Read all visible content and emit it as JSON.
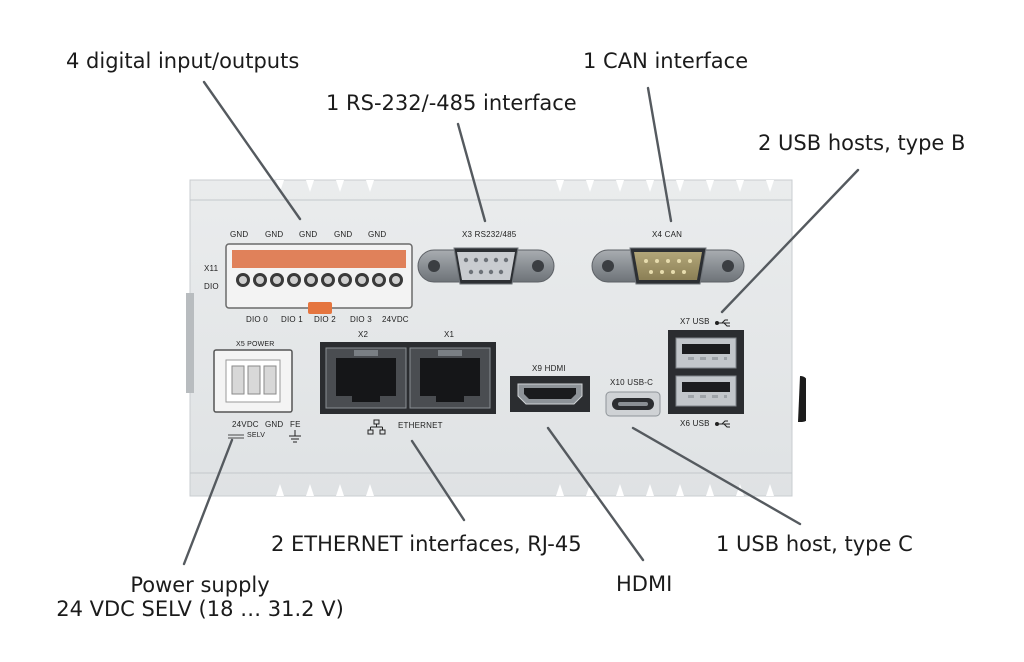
{
  "callouts": {
    "dio": "4 digital input/outputs",
    "rs": "1 RS-232/-485 interface",
    "can": "1 CAN interface",
    "usb_b": "2 USB hosts, type B",
    "ethernet": "2 ETHERNET interfaces, RJ-45",
    "usb_c": "1 USB host, type C",
    "hdmi": "HDMI",
    "power_line1": "Power supply",
    "power_line2": "24 VDC SELV (18 … 31.2 V)"
  },
  "device_labels": {
    "gnd": [
      "GND",
      "GND",
      "GND",
      "GND",
      "GND"
    ],
    "x11": "X11",
    "dio": "DIO",
    "dio_pins": [
      "DIO 0",
      "DIO 1",
      "DIO 2",
      "DIO 3",
      "24VDC"
    ],
    "x3": "X3 RS232/485",
    "x4": "X4 CAN",
    "x7": "X7 USB",
    "x6": "X6 USB",
    "x2": "X2",
    "x1": "X1",
    "x5": "X5 POWER",
    "ethernet": "ETHERNET",
    "x9": "X9  HDMI",
    "x10": "X10  USB-C",
    "power_pins": [
      "24VDC",
      "GND",
      "FE"
    ],
    "selv": "SELV"
  },
  "icons": [
    "usb-icon",
    "network-icon",
    "ground-icon"
  ]
}
